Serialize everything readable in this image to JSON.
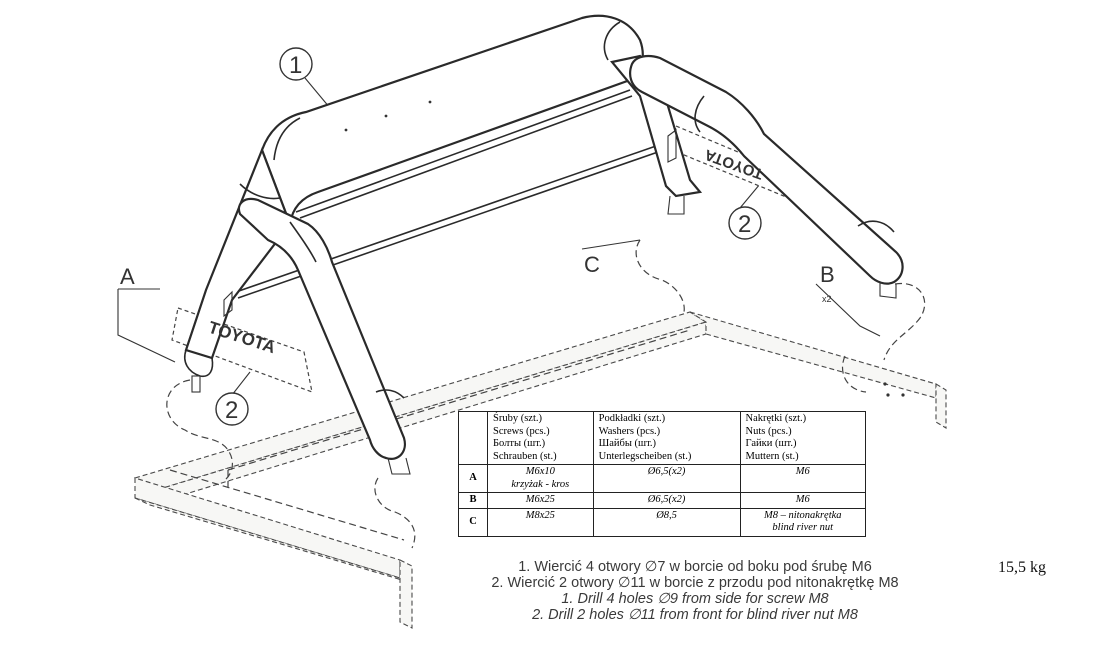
{
  "callouts": {
    "part1": "1",
    "part2_left": "2",
    "part2_right": "2",
    "label_a": "A",
    "label_b": "B",
    "label_b_qty": "x2",
    "label_c": "C"
  },
  "decals": {
    "left": "TOYOTA",
    "right": "TOYOTA"
  },
  "table": {
    "headers": [
      [
        "Śruby (szt.)",
        "Screws (pcs.)",
        "Болты (шт.)",
        "Schrauben (st.)"
      ],
      [
        "Podkładki (szt.)",
        "Washers (pcs.)",
        "Шайбы (шт.)",
        "Unterlegscheiben (st.)"
      ],
      [
        "Nakrętki (szt.)",
        "Nuts (pcs.)",
        "Гайки (шт.)",
        "Muttern (st.)"
      ]
    ],
    "rows": [
      {
        "label": "A",
        "screws": [
          "M6x10",
          "krzyżak - kros"
        ],
        "washers": "Ø6,5(x2)",
        "nuts": [
          "M6"
        ]
      },
      {
        "label": "B",
        "screws": [
          "M6x25"
        ],
        "washers": "Ø6,5(x2)",
        "nuts": [
          "M6"
        ]
      },
      {
        "label": "C",
        "screws": [
          "M8x25"
        ],
        "washers": "Ø8,5",
        "nuts": [
          "M8 – nitonakrętka",
          "blind river nut"
        ]
      }
    ]
  },
  "notes": {
    "pl1": "1. Wiercić 4 otwory ∅7 w borcie od boku pod śrubę M6",
    "pl2": "2. Wiercić 2 otwory ∅11 w borcie z przodu pod nitonakrętkę M8",
    "en1": "1. Drill 4 holes ∅9 from side for screw M8",
    "en2": "2. Drill 2 holes ∅11 from front for blind river nut M8"
  },
  "weight": "15,5 kg"
}
